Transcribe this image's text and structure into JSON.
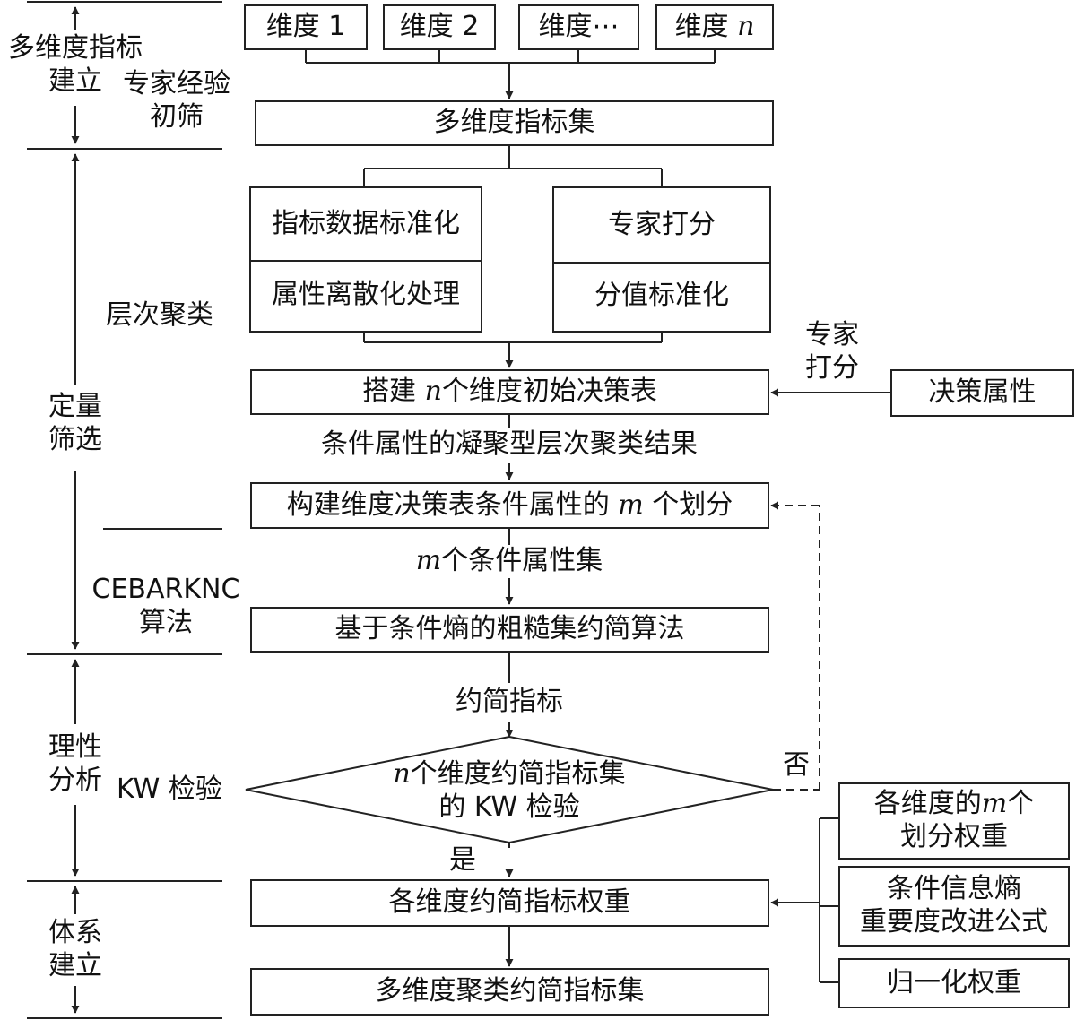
{
  "dimension_boxes": [
    "维度 1",
    "维度 2",
    "维度⋯"
  ],
  "dimension_n": {
    "prefix": "维度 ",
    "var": "n"
  },
  "index_set": "多维度指标集",
  "left_box": {
    "top": "指标数据标准化",
    "bottom": "属性离散化处理"
  },
  "right_box": {
    "top": "专家打分",
    "bottom": "分值标准化"
  },
  "build_table": {
    "pre": "搭建 ",
    "var": "n",
    "post": "个维度初始决策表"
  },
  "decision_attr": "决策属性",
  "expert_score_label": [
    "专家",
    "打分"
  ],
  "cluster_result": "条件属性的凝聚型层次聚类结果",
  "partition_box": {
    "pre": "构建维度决策表条件属性的 ",
    "var": "m",
    "post": " 个划分"
  },
  "attr_sets": {
    "var": "m",
    "post": "个条件属性集"
  },
  "reduction_algo": "基于条件熵的粗糙集约简算法",
  "reduced_index": "约简指标",
  "kw_diamond": {
    "var": "n",
    "line1": "个维度约简指标集",
    "line2": "的 KW 检验"
  },
  "no_label": "否",
  "yes_label": "是",
  "weight_box": "各维度约简指标权重",
  "final_box": "多维度聚类约简指标集",
  "side_boxes": {
    "partition_weight": {
      "line1_pre": "各维度的",
      "var": "m",
      "line1_post": "个",
      "line2": "划分权重"
    },
    "entropy": [
      "条件信息熵",
      "重要度改进公式"
    ],
    "normalize": "归一化权重"
  },
  "methods": {
    "expert_screen": [
      "专家经验",
      "初筛"
    ],
    "hier_cluster": "层次聚类",
    "cebarknc": [
      "CEBARKNC",
      "算法"
    ],
    "kw_test": "KW 检验"
  },
  "stages": {
    "stage1": [
      "多维度指标",
      "建立"
    ],
    "stage2": [
      "定量",
      "筛选"
    ],
    "stage3": [
      "理性",
      "分析"
    ],
    "stage4": [
      "体系",
      "建立"
    ]
  }
}
